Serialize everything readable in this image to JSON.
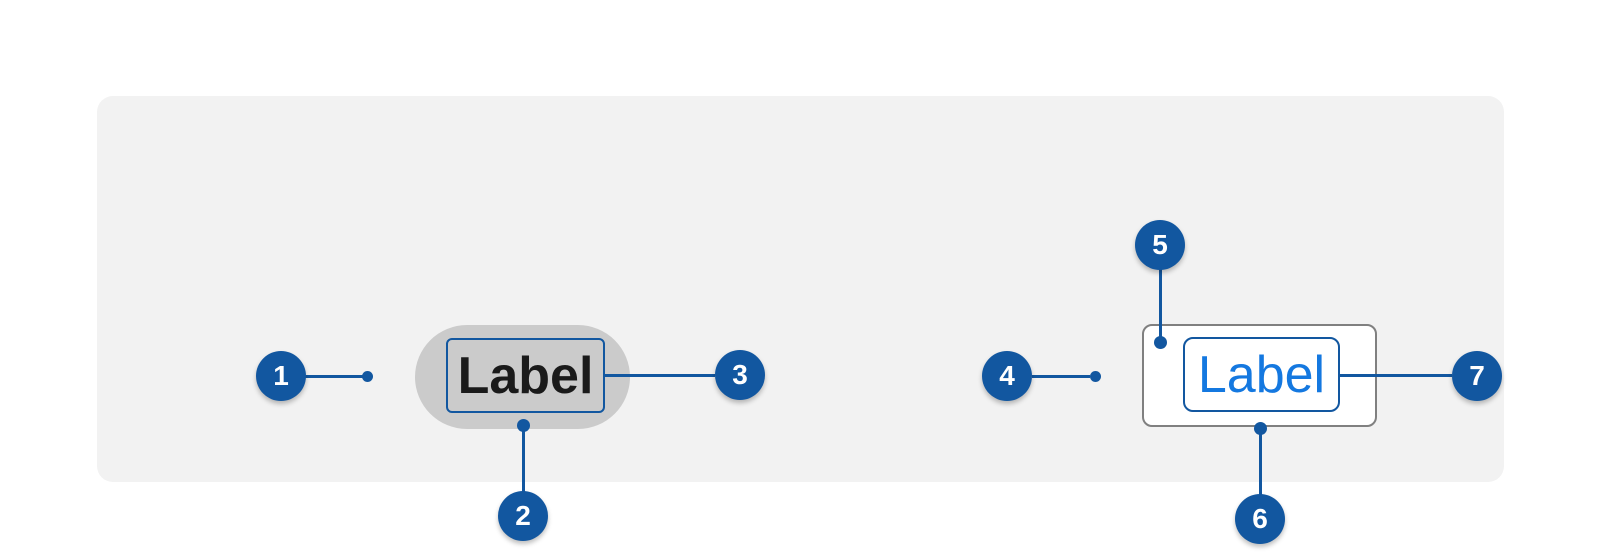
{
  "colors": {
    "page-bg": "#ffffff",
    "panel-bg": "#f2f2f2",
    "annotation-blue": "#1257a0",
    "label-blue": "#1478e0",
    "pill-gray": "#cbcbcb",
    "button-border-gray": "#808080",
    "button-bg": "#ffffff",
    "text-black": "#1a1a1a",
    "callout-text": "#ffffff"
  },
  "left_component": {
    "label": "Label"
  },
  "right_component": {
    "label": "Label"
  },
  "callouts": [
    {
      "number": "1"
    },
    {
      "number": "2"
    },
    {
      "number": "3"
    },
    {
      "number": "4"
    },
    {
      "number": "5"
    },
    {
      "number": "6"
    },
    {
      "number": "7"
    }
  ]
}
